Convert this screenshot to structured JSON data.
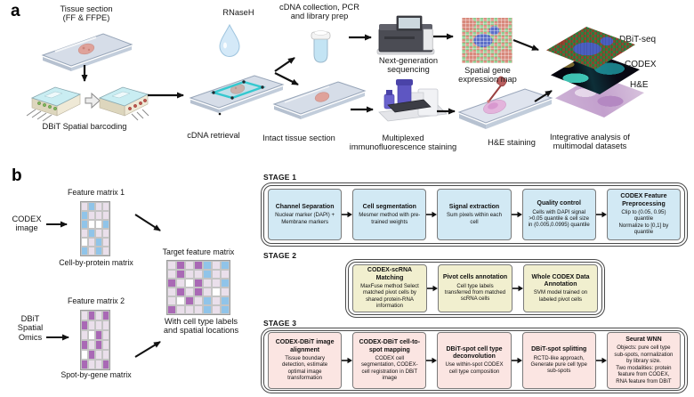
{
  "palette": {
    "arrow": "#111111",
    "stage1_box": "#d2e9f4",
    "stage2_box": "#f1efcf",
    "stage3_box": "#fbe5e2",
    "matrix_cells": {
      "b": "#90c4e9",
      "p": "#eadfeb",
      "u": "#a969b5",
      "w": "#ffffff"
    }
  },
  "icons": {
    "tissue_slide": "glass microscope slide with pink tissue section",
    "dbit_chip": "DBiT microfluidic barcoding chip",
    "block_arrow": "hollow right arrow between chips",
    "droplet": "RNaseH reagent droplet",
    "tube": "cDNA collection microtube",
    "sequencer": "next-generation sequencing machine",
    "microscope": "immunofluorescence imaging microscope",
    "expression_map": "pixelated spatial gene expression map",
    "dropper": "H&E staining dropper",
    "layer_stack": "stacked DBiT-seq / CODEX / H&E image layers"
  },
  "panel_a": {
    "label": "a",
    "labels": {
      "tissue_section": "Tissue section\n(FF & FFPE)",
      "dbit_barcoding": "DBiT Spatial barcoding",
      "rnaseh": "RNaseH",
      "cdna_collection": "cDNA collection, PCR\nand library prep",
      "cdna_retrieval": "cDNA retrieval",
      "intact_tissue": "Intact tissue section",
      "ngs": "Next-generation\nsequencing",
      "spatial_map": "Spatial gene\nexpression map",
      "multiplexed_if": "Multiplexed\nimmunofluorescence staining",
      "he_staining": "H&E staining",
      "integrative": "Integrative analysis of\nmultimodal datasets",
      "layer_dbit": "DBiT-seq",
      "layer_codex": "CODEX",
      "layer_he": "H&E"
    }
  },
  "panel_b": {
    "label": "b",
    "codex_image": "CODEX\nimage",
    "dbit_spatial_omics": "DBiT\nSpatial\nOmics",
    "feature_matrix_1": "Feature matrix 1",
    "feature_matrix_2": "Feature matrix 2",
    "cell_by_protein": "Cell-by-protein matrix",
    "spot_by_gene": "Spot-by-gene matrix",
    "target_matrix": "Target feature matrix",
    "target_caption": "With cell type labels\nand spatial locations",
    "matrix1_rows": [
      "pbpp",
      "bppp",
      "bwwb",
      "pbpp",
      "wpbp",
      "bpbp"
    ],
    "matrix2_rows": [
      "pupu",
      "uppp",
      "pwup",
      "upup",
      "wupp",
      "uppu"
    ],
    "target_rows": [
      "pupubpb",
      "puppbpp",
      "upwuppb",
      "pupupwp",
      "pwupbpb",
      "upppbpb"
    ]
  },
  "stages": [
    {
      "label": "STAGE 1",
      "boxes": [
        {
          "title": "Channel Separation",
          "body": "Nuclear marker (DAPI) +\nMembrane markers"
        },
        {
          "title": "Cell segmentation",
          "body": "Mesmer method with pre-\ntrained weights"
        },
        {
          "title": "Signal extraction",
          "body": "Sum pixels within each\ncell"
        },
        {
          "title": "Quality control",
          "body": "Cells with DAPI signal\n>0.05 quantile & cell size\nin (0.005,0.0995) quantile"
        },
        {
          "title": "CODEX Feature\nPreprocessing",
          "body": "Clip to (0.05, 0.95)\nquantile\nNormalize to [0,1] by\nquantile"
        }
      ]
    },
    {
      "label": "STAGE 2",
      "boxes": [
        {
          "title": "CODEX-scRNA Matching",
          "body": "MaxFuse method Select\nmatched pivot cells by\nshared protein-RNA\ninformation"
        },
        {
          "title": "Pivot cells annotation",
          "body": "Cell type labels\ntransferred from matched\nscRNA cells"
        },
        {
          "title": "Whole CODEX Data\nAnnotation",
          "body": "SVM model trained on\nlabeled pivot cells"
        }
      ]
    },
    {
      "label": "STAGE 3",
      "boxes": [
        {
          "title": "CODEX-DBiT image\nalignment",
          "body": "Tissue boundary\ndetection, estimate\noptimal image\ntransformation"
        },
        {
          "title": "CODEX-DBiT cell-to-\nspot mapping",
          "body": "CODEX cell\nsegmentation, CODEX-\ncell registration in DBiT\nimage"
        },
        {
          "title": "DBiT-spot cell type\ndeconvolution",
          "body": "Use within-spot CODEX\ncell type composition"
        },
        {
          "title": "DBiT-spot splitting",
          "body": "RCTD-like approach,\nGenerate pure cell type\nsub-spots"
        },
        {
          "title": "Seurat WNN",
          "body": "Objects: pure cell type\nsub-spots, normalization\nby library size.\nTwo modalities: protein\nfeature from CODEX,\nRNA feature from DBiT"
        }
      ]
    }
  ]
}
